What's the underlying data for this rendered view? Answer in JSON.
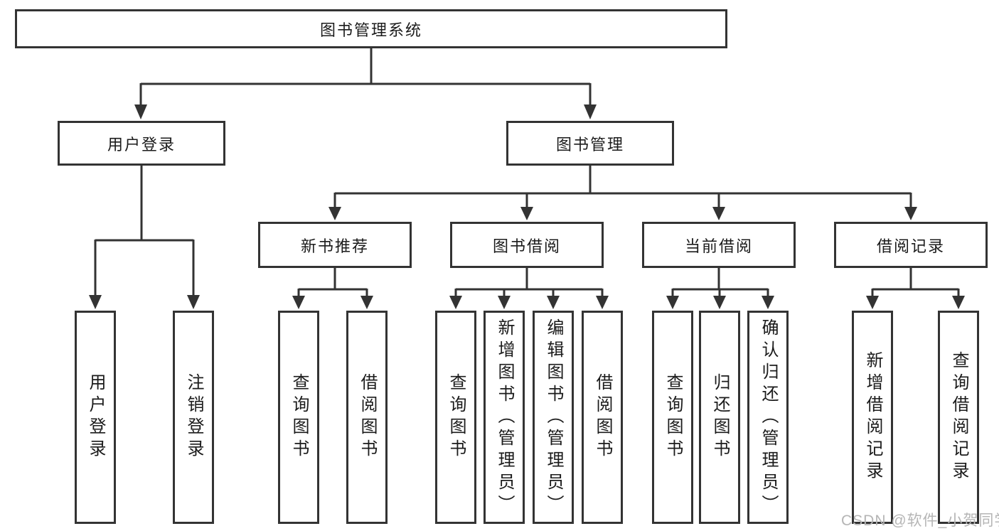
{
  "diagram": {
    "root": {
      "label": "图书管理系统"
    },
    "branches": [
      {
        "label": "用户登录",
        "children": [
          "用户登录",
          "注销登录"
        ]
      },
      {
        "label": "图书管理",
        "groups": [
          {
            "label": "新书推荐",
            "children": [
              "查询图书",
              "借阅图书"
            ]
          },
          {
            "label": "图书借阅",
            "children": [
              "查询图书",
              "新增图书（管理员）",
              "编辑图书（管理员）",
              "借阅图书"
            ]
          },
          {
            "label": "当前借阅",
            "children": [
              "查询图书",
              "归还图书",
              "确认归还（管理员）"
            ]
          },
          {
            "label": "借阅记录",
            "children": [
              "新增借阅记录",
              "查询借阅记录"
            ]
          }
        ]
      }
    ]
  },
  "watermark": {
    "text": "CSDN @软件_小贺同学"
  },
  "colors": {
    "line": "#333333",
    "text": "#1b1b1b",
    "background": "#ffffff",
    "watermark": "#b5b5b5"
  }
}
